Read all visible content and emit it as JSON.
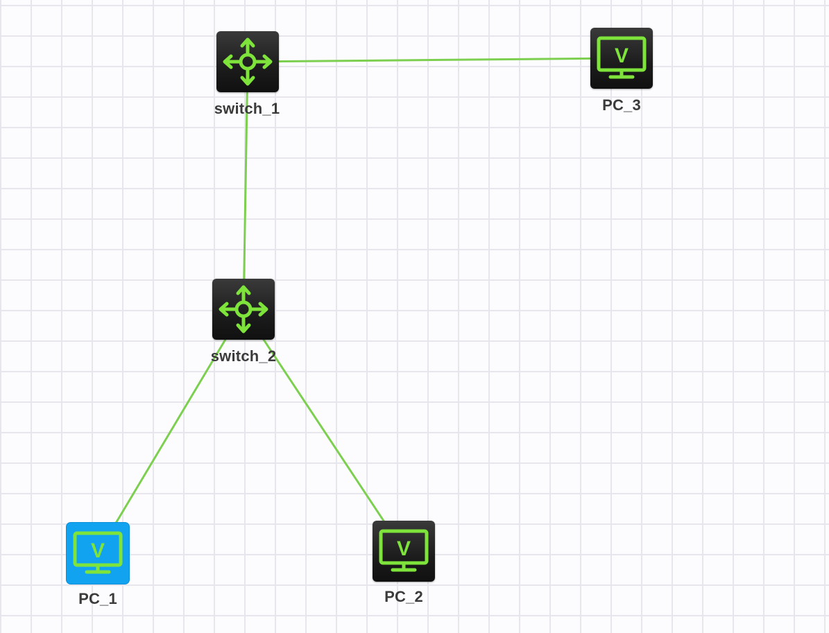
{
  "diagram": {
    "link_color": "#7ccf4f",
    "icon_color": "#7ee33a",
    "selected_color": "#12a3f0",
    "nodes": [
      {
        "id": "switch_1",
        "label": "switch_1",
        "type": "switch",
        "selected": false
      },
      {
        "id": "PC_3",
        "label": "PC_3",
        "type": "pc",
        "selected": false
      },
      {
        "id": "switch_2",
        "label": "switch_2",
        "type": "switch",
        "selected": false
      },
      {
        "id": "PC_1",
        "label": "PC_1",
        "type": "pc",
        "selected": true
      },
      {
        "id": "PC_2",
        "label": "PC_2",
        "type": "pc",
        "selected": false
      }
    ],
    "links": [
      {
        "from": "switch_1",
        "to": "PC_3"
      },
      {
        "from": "switch_1",
        "to": "switch_2"
      },
      {
        "from": "switch_2",
        "to": "PC_1"
      },
      {
        "from": "switch_2",
        "to": "PC_2"
      }
    ],
    "icons": {
      "switch": "four-way-arrows-icon",
      "pc": "monitor-v-icon"
    }
  }
}
